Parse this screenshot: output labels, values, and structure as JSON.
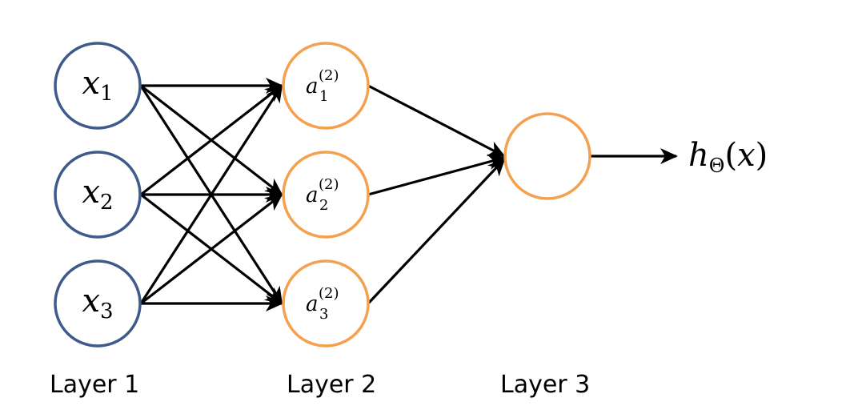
{
  "colors": {
    "input_node": "#3d5a8a",
    "hidden_node": "#f4a14f",
    "edge": "#000000",
    "text": "#000000"
  },
  "nodes": {
    "input": [
      {
        "var": "x",
        "sub": "1"
      },
      {
        "var": "x",
        "sub": "2"
      },
      {
        "var": "x",
        "sub": "3"
      }
    ],
    "hidden": [
      {
        "var": "a",
        "sub": "1",
        "sup": "(2)"
      },
      {
        "var": "a",
        "sub": "2",
        "sup": "(2)"
      },
      {
        "var": "a",
        "sub": "3",
        "sup": "(2)"
      }
    ],
    "output": {
      "label": ""
    }
  },
  "output_label": {
    "func": "h",
    "sub": "Θ",
    "arg_open": "(",
    "arg": "x",
    "arg_close": ")"
  },
  "layers": {
    "layer1": "Layer 1",
    "layer2": "Layer 2",
    "layer3": "Layer 3"
  }
}
